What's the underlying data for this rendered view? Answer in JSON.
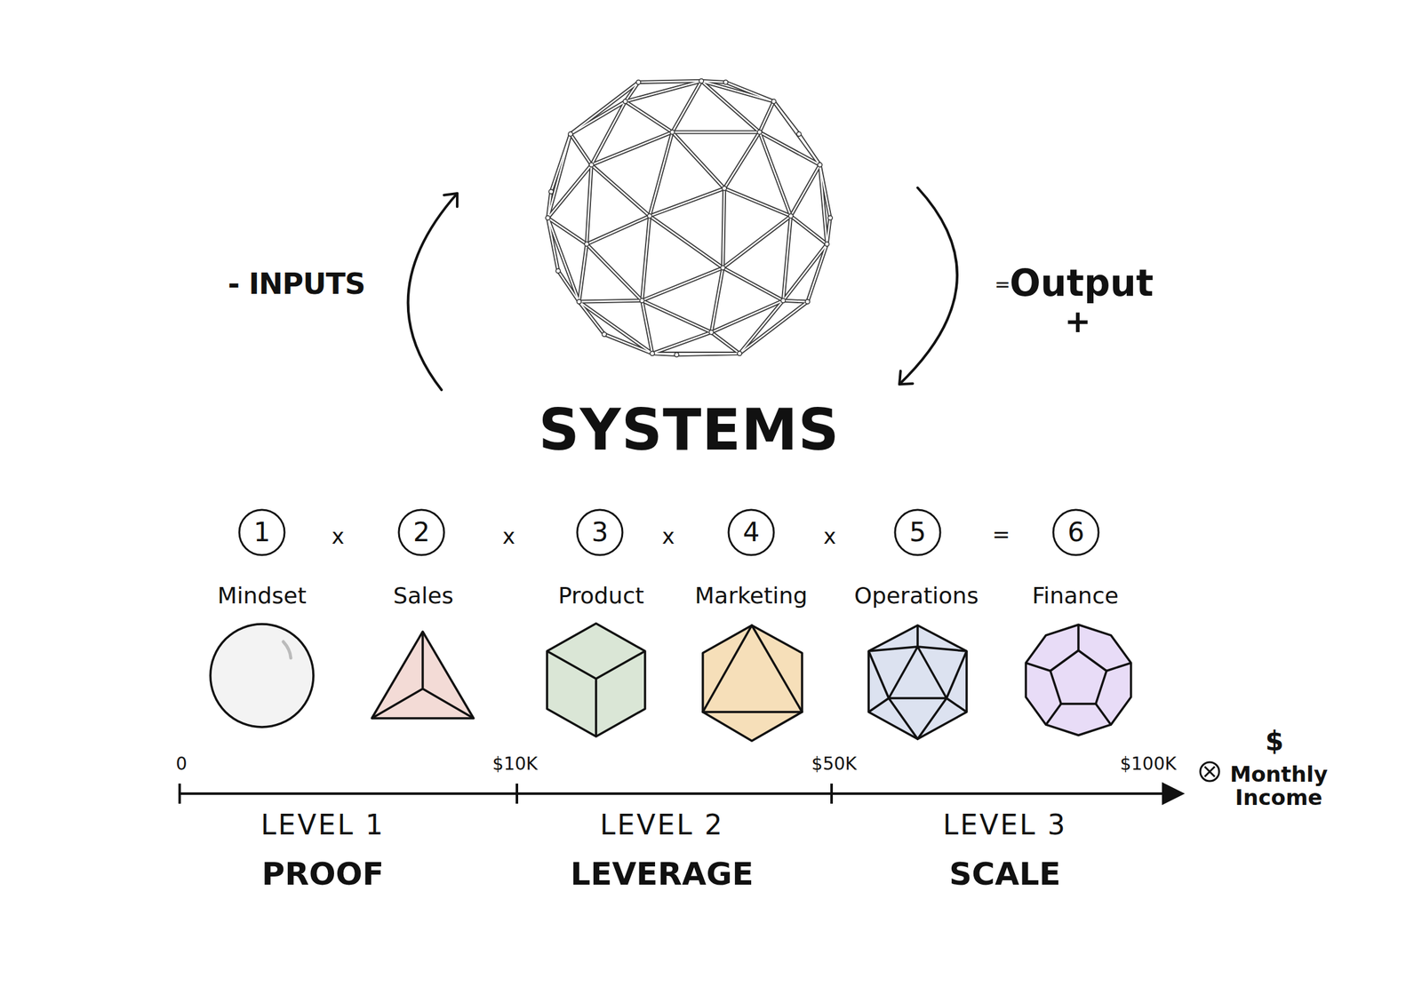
{
  "diagram": {
    "title": "SYSTEMS",
    "nodes": [
      {
        "text": [
          "1"
        ]
      },
      {
        "text": [
          "2"
        ]
      },
      {
        "text": [
          "3"
        ]
      },
      {
        "text": [
          "4"
        ]
      },
      {
        "text": [
          "5"
        ]
      },
      {
        "text": [
          "6"
        ]
      }
    ],
    "labels": [
      "- INPUTS",
      "=",
      "Output",
      "+",
      "x",
      "x",
      "x",
      "x",
      "=",
      "Mindset",
      "Sales",
      "Product",
      "Marketing",
      "Operations",
      "Finance",
      "0",
      "$10K",
      "$50K",
      "$100K",
      "$",
      "Monthly Income",
      "LEVEL 1",
      "PROOF",
      "LEVEL 2",
      "LEVERAGE",
      "LEVEL 3",
      "SCALE"
    ]
  }
}
